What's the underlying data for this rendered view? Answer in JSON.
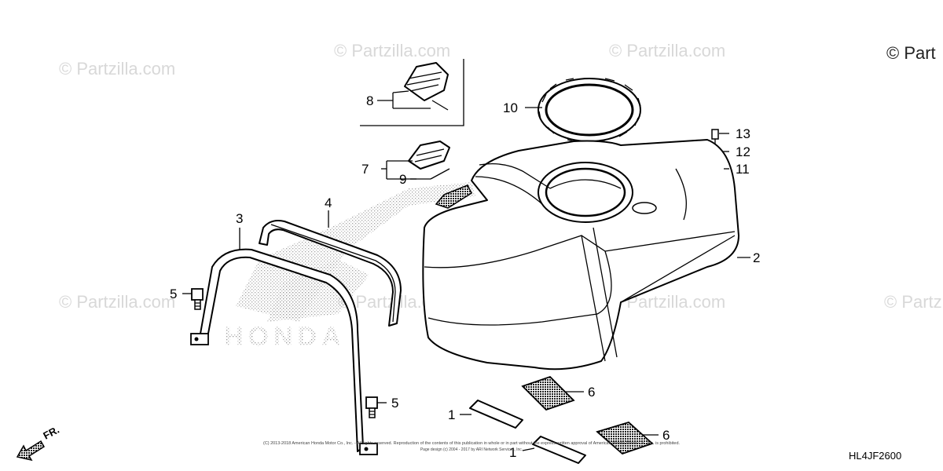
{
  "watermarks": [
    "© Partzilla.com",
    "© Partzilla.com",
    "© Partzilla.com",
    "© Partzilla.com",
    "© Partzilla.com",
    "© Partzilla.com",
    "© Partzilla.com"
  ],
  "corner_watermark": "© Part",
  "brand_mark": "HONDA",
  "diagram_code": "HL4JF2600",
  "direction_label": "FR.",
  "footer": {
    "line1": "(C) 2013-2018 American Honda Motor Co., Inc. - All rights reserved. Reproduction of the contents of this publication in whole or in part without the express written approval of American Honda Motor Co., Inc. is prohibited.",
    "line2": "Page design (c) 2004 - 2017 by ARI Network Services, Inc."
  },
  "callouts": {
    "c1a": "1",
    "c1b": "1",
    "c2": "2",
    "c3": "3",
    "c4": "4",
    "c5a": "5",
    "c5b": "5",
    "c6a": "6",
    "c6b": "6",
    "c7": "7",
    "c8": "8",
    "c9": "9",
    "c10": "10",
    "c11": "11",
    "c12": "12",
    "c13": "13"
  }
}
